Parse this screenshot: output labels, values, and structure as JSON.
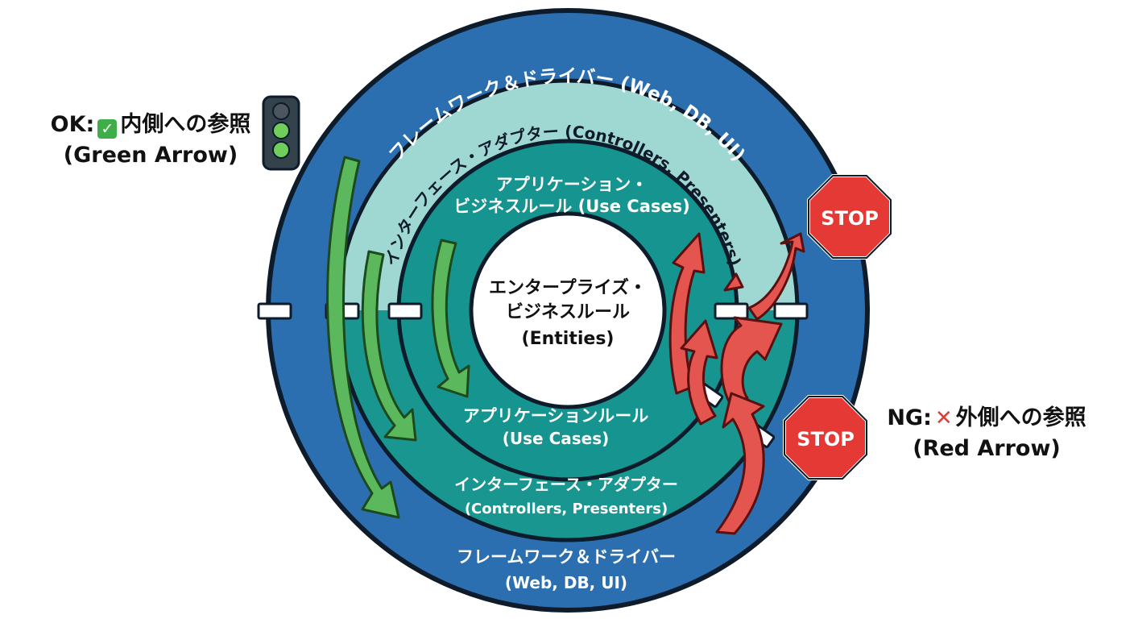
{
  "colors": {
    "outer_ring": "#2c6fb0",
    "interface_ring": "#9fd8d3",
    "application_ring": "#16948f",
    "core": "#ffffff",
    "outline": "#0d1b2a",
    "ok_arrow": "#5cb85c",
    "ng_arrow": "#e5554f",
    "stop_sign": "#e53935"
  },
  "layers": {
    "framework": {
      "arc_label": "フレームワーク＆ドライバー (Web, DB, UI)",
      "bottom_label_1": "フレームワーク＆ドライバー",
      "bottom_label_2": "(Web, DB, UI)"
    },
    "interface": {
      "arc_label": "インターフェース・アダプター (Controllers, Presenters)",
      "bottom_label_1": "インターフェース・アダプター",
      "bottom_label_2": "(Controllers, Presenters)"
    },
    "application": {
      "top_label_1": "アプリケーション・",
      "top_label_2": "ビジネスルール (Use Cases)",
      "bottom_label_1": "アプリケーションルール",
      "bottom_label_2": "(Use Cases)"
    },
    "enterprise": {
      "label_1": "エンタープライズ・",
      "label_2": "ビジネスルール",
      "label_3": "(Entities)"
    }
  },
  "legend": {
    "ok": {
      "prefix": "OK:",
      "check_icon": "✓",
      "text": "内側への参照",
      "sub": "(Green Arrow)"
    },
    "ng": {
      "prefix": "NG:",
      "cross_icon": "✕",
      "text": "外側への参照",
      "sub": "(Red Arrow)"
    }
  },
  "stop_signs": {
    "top": "STOP",
    "bottom": "STOP"
  }
}
